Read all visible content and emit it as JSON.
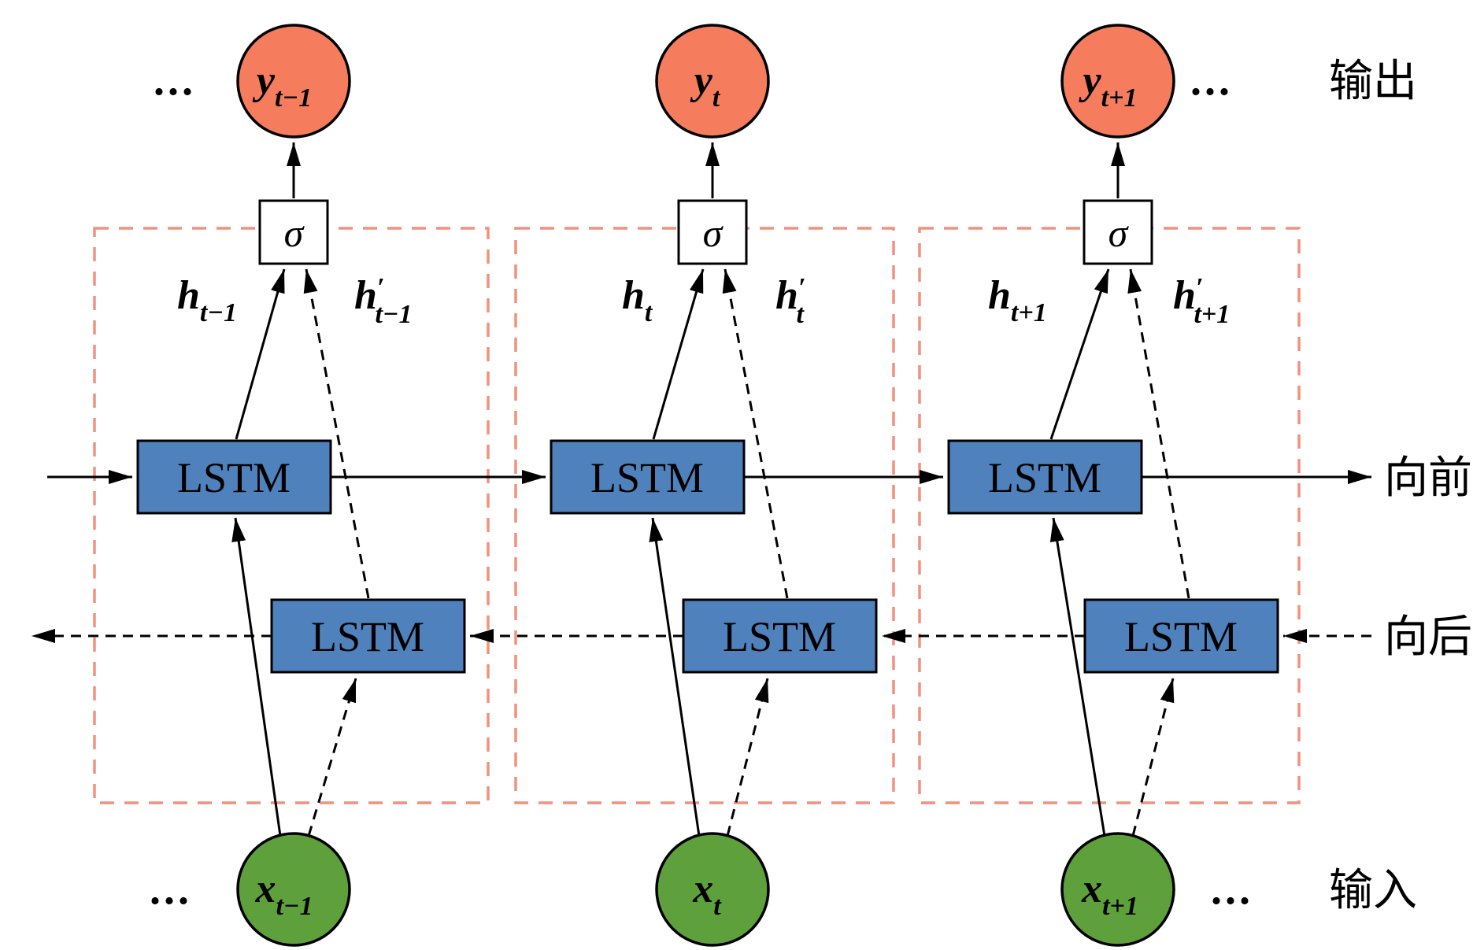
{
  "colors": {
    "output_node": "#f57d5d",
    "input_node": "#5ea13c",
    "lstm_box": "#4f81bd",
    "cell_border": "#f2917d"
  },
  "side_labels": {
    "output": "输出",
    "forward": "向前",
    "backward": "向后",
    "input": "输入"
  },
  "ellipsis": {
    "top_left": "...",
    "top_right": "...",
    "bottom_left": "...",
    "bottom_right": "..."
  },
  "columns": [
    {
      "y": {
        "base": "y",
        "sub": "t−1"
      },
      "sigma": "σ",
      "h_forward": {
        "base": "h",
        "sub": "t−1"
      },
      "h_backward": {
        "base": "h",
        "prime": "′",
        "sub": "t−1"
      },
      "lstm_forward": "LSTM",
      "lstm_backward": "LSTM",
      "x": {
        "base": "x",
        "sub": "t−1"
      }
    },
    {
      "y": {
        "base": "y",
        "sub": "t"
      },
      "sigma": "σ",
      "h_forward": {
        "base": "h",
        "sub": "t"
      },
      "h_backward": {
        "base": "h",
        "prime": "′",
        "sub": "t"
      },
      "lstm_forward": "LSTM",
      "lstm_backward": "LSTM",
      "x": {
        "base": "x",
        "sub": "t"
      }
    },
    {
      "y": {
        "base": "y",
        "sub": "t+1"
      },
      "sigma": "σ",
      "h_forward": {
        "base": "h",
        "sub": "t+1"
      },
      "h_backward": {
        "base": "h",
        "prime": "′",
        "sub": "t+1"
      },
      "lstm_forward": "LSTM",
      "lstm_backward": "LSTM",
      "x": {
        "base": "x",
        "sub": "t+1"
      }
    }
  ]
}
